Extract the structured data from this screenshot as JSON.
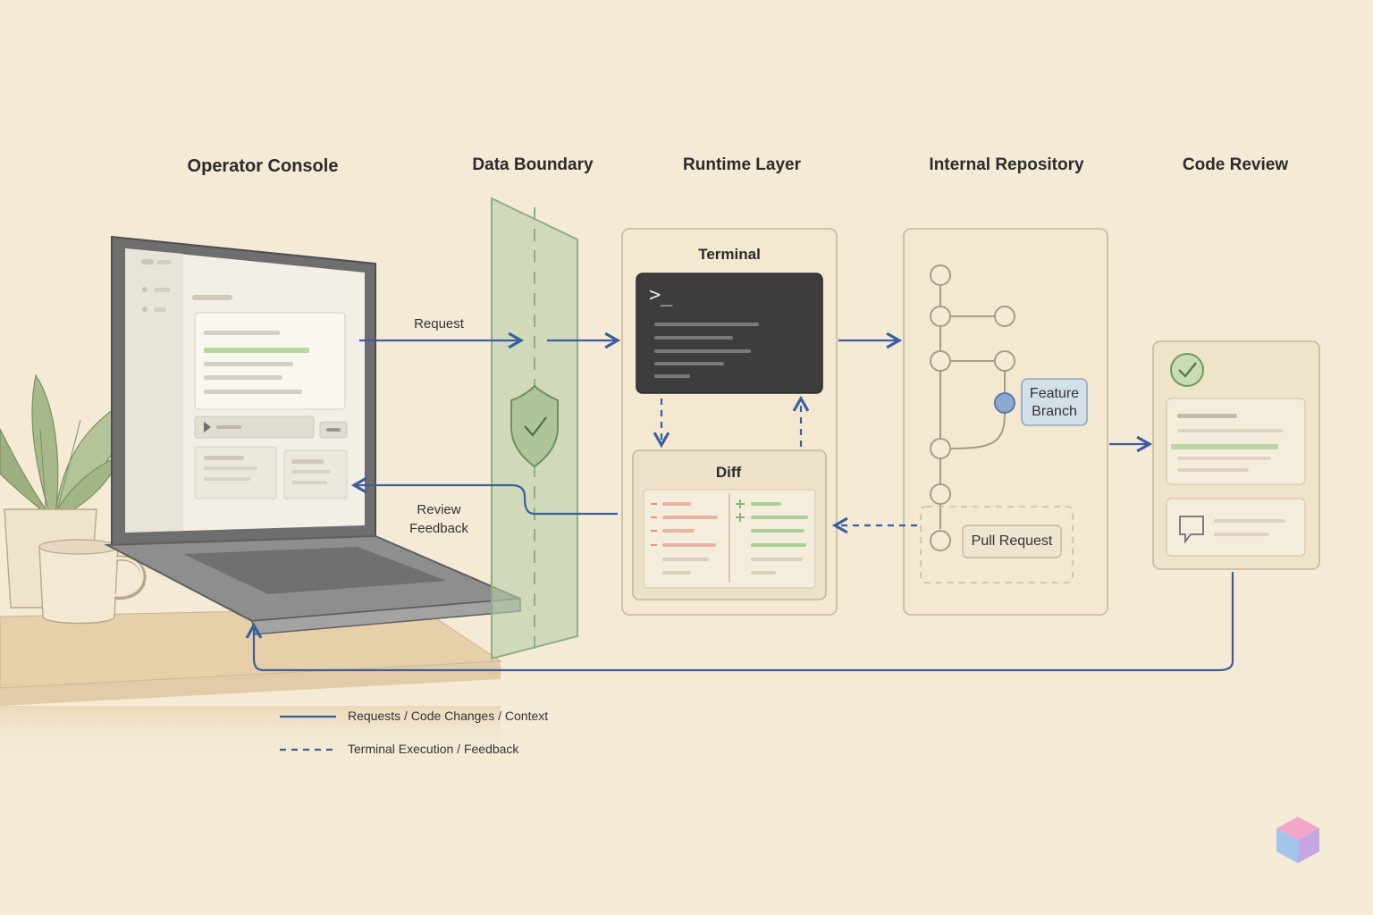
{
  "columns": {
    "operator_console": "Operator Console",
    "data_boundary": "Data Boundary",
    "runtime_layer": "Runtime Layer",
    "internal_repository": "Internal Repository",
    "code_review": "Code Review"
  },
  "runtime": {
    "terminal_title": "Terminal",
    "terminal_prompt": ">_",
    "diff_title": "Diff"
  },
  "repository": {
    "feature_branch_line1": "Feature",
    "feature_branch_line2": "Branch",
    "pull_request": "Pull Request"
  },
  "flows": {
    "request": "Request",
    "review_line1": "Review",
    "review_line2": "Feedback"
  },
  "legend": {
    "solid": "Requests / Code Changes / Context",
    "dashed": "Terminal Execution / Feedback"
  },
  "colors": {
    "background": "#f5ead6",
    "arrow_blue": "#3a5f9c",
    "boundary_green": "#9fbf95",
    "terminal_dark": "#3d3d3d",
    "added_green": "#8fbf7a",
    "removed_red": "#e0957f",
    "check_green": "#6b9a5c"
  }
}
